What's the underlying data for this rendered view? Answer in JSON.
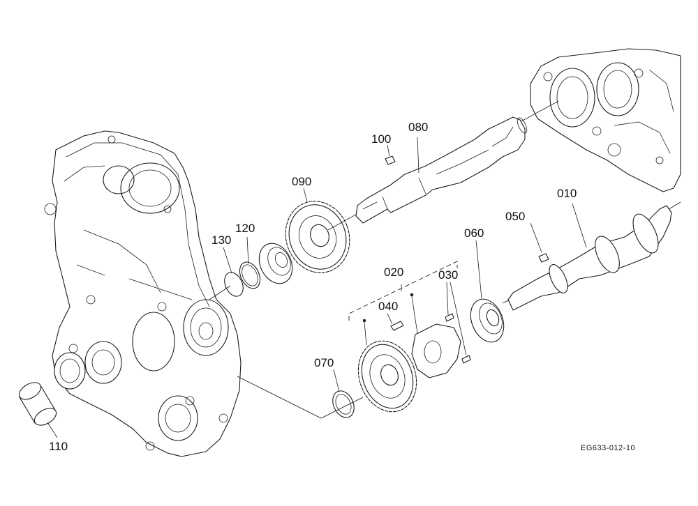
{
  "diagram": {
    "reference_code": "EG633-012-10",
    "callouts": [
      "010",
      "020",
      "030",
      "040",
      "050",
      "060",
      "070",
      "080",
      "090",
      "100",
      "110",
      "120",
      "130"
    ],
    "line_color": "#1a1a1a",
    "background": "#ffffff"
  }
}
